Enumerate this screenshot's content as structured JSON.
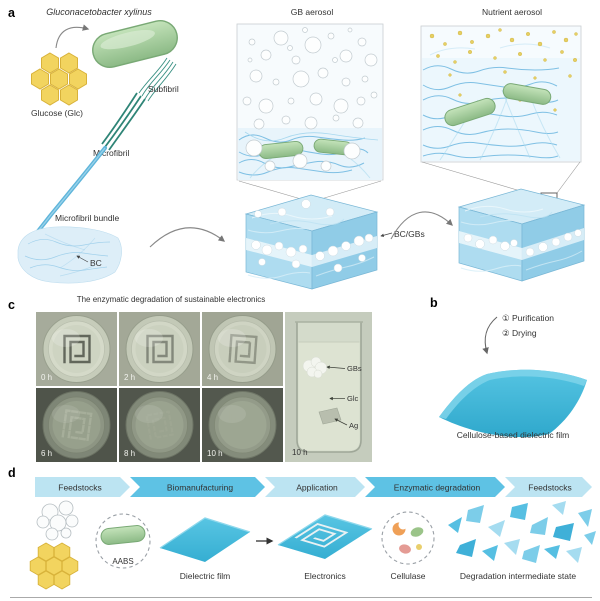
{
  "figure": {
    "panel_a": {
      "label": "a",
      "organism_title": "Gluconacetobacter xylinus",
      "glucose": "Glucose (Glc)",
      "subfibril": "Subfibril",
      "microfibril": "Microfibril",
      "microfibril_bundle": "Microfibril bundle",
      "bc": "BC",
      "gb_aerosol": "GB aerosol",
      "bc_gbs": "BC/GBs",
      "nutrient_aerosol": "Nutrient aerosol"
    },
    "panel_b": {
      "label": "b",
      "step_1": "① Purification",
      "step_2": "② Drying",
      "caption": "Cellulose-based dielectric film"
    },
    "panel_c": {
      "label": "c",
      "title": "The enzymatic degradation of sustainable electronics",
      "timepoints": [
        "0 h",
        "2 h",
        "4 h",
        "6 h",
        "8 h",
        "10 h"
      ],
      "beaker_timepoint": "10 h",
      "beaker_labels": [
        "GBs",
        "Glc",
        "Ag"
      ]
    },
    "panel_d": {
      "label": "d",
      "stages": [
        "Feedstocks",
        "Biomanufacturing",
        "Application",
        "Enzymatic degradation",
        "Feedstocks"
      ],
      "aabs": "AABS",
      "dielectric_film": "Dielectric film",
      "electronics": "Electronics",
      "cellulase": "Cellulase",
      "degradation": "Degradation intermediate state"
    },
    "colors": {
      "cellulose_blue": "#bfe3f2",
      "film_cyan": "#3fb9dc",
      "bacteria_green": "#a9d3a0",
      "glucose_yellow": "#f2d45f",
      "chevron_light": "#bce4f2",
      "chevron_dark": "#5ec2e4"
    }
  }
}
